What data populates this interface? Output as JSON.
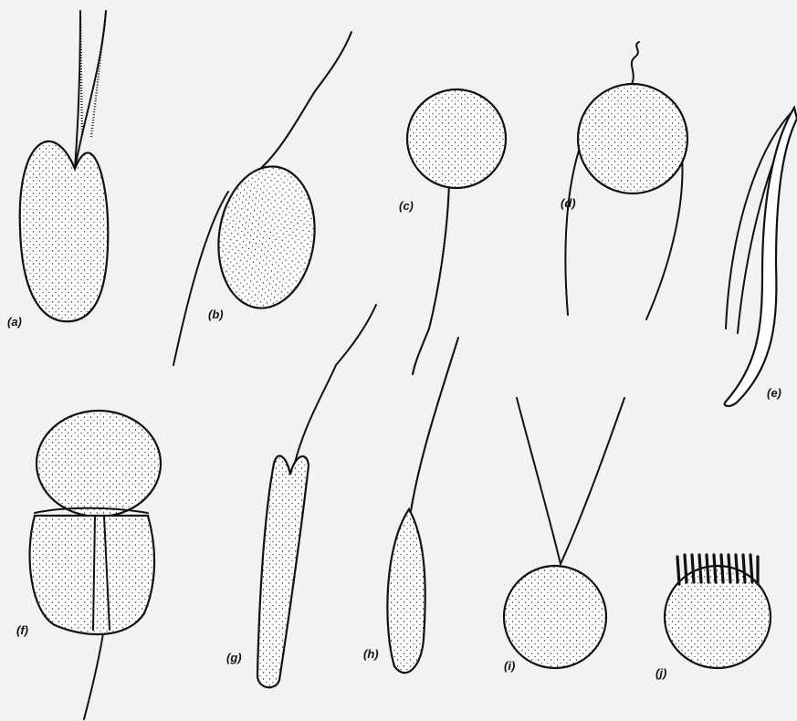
{
  "figure": {
    "panel_labels": [
      "(a)",
      "(b)",
      "(c)",
      "(d)",
      "(e)",
      "(f)",
      "(g)",
      "(h)",
      "(i)",
      "(j)"
    ]
  }
}
